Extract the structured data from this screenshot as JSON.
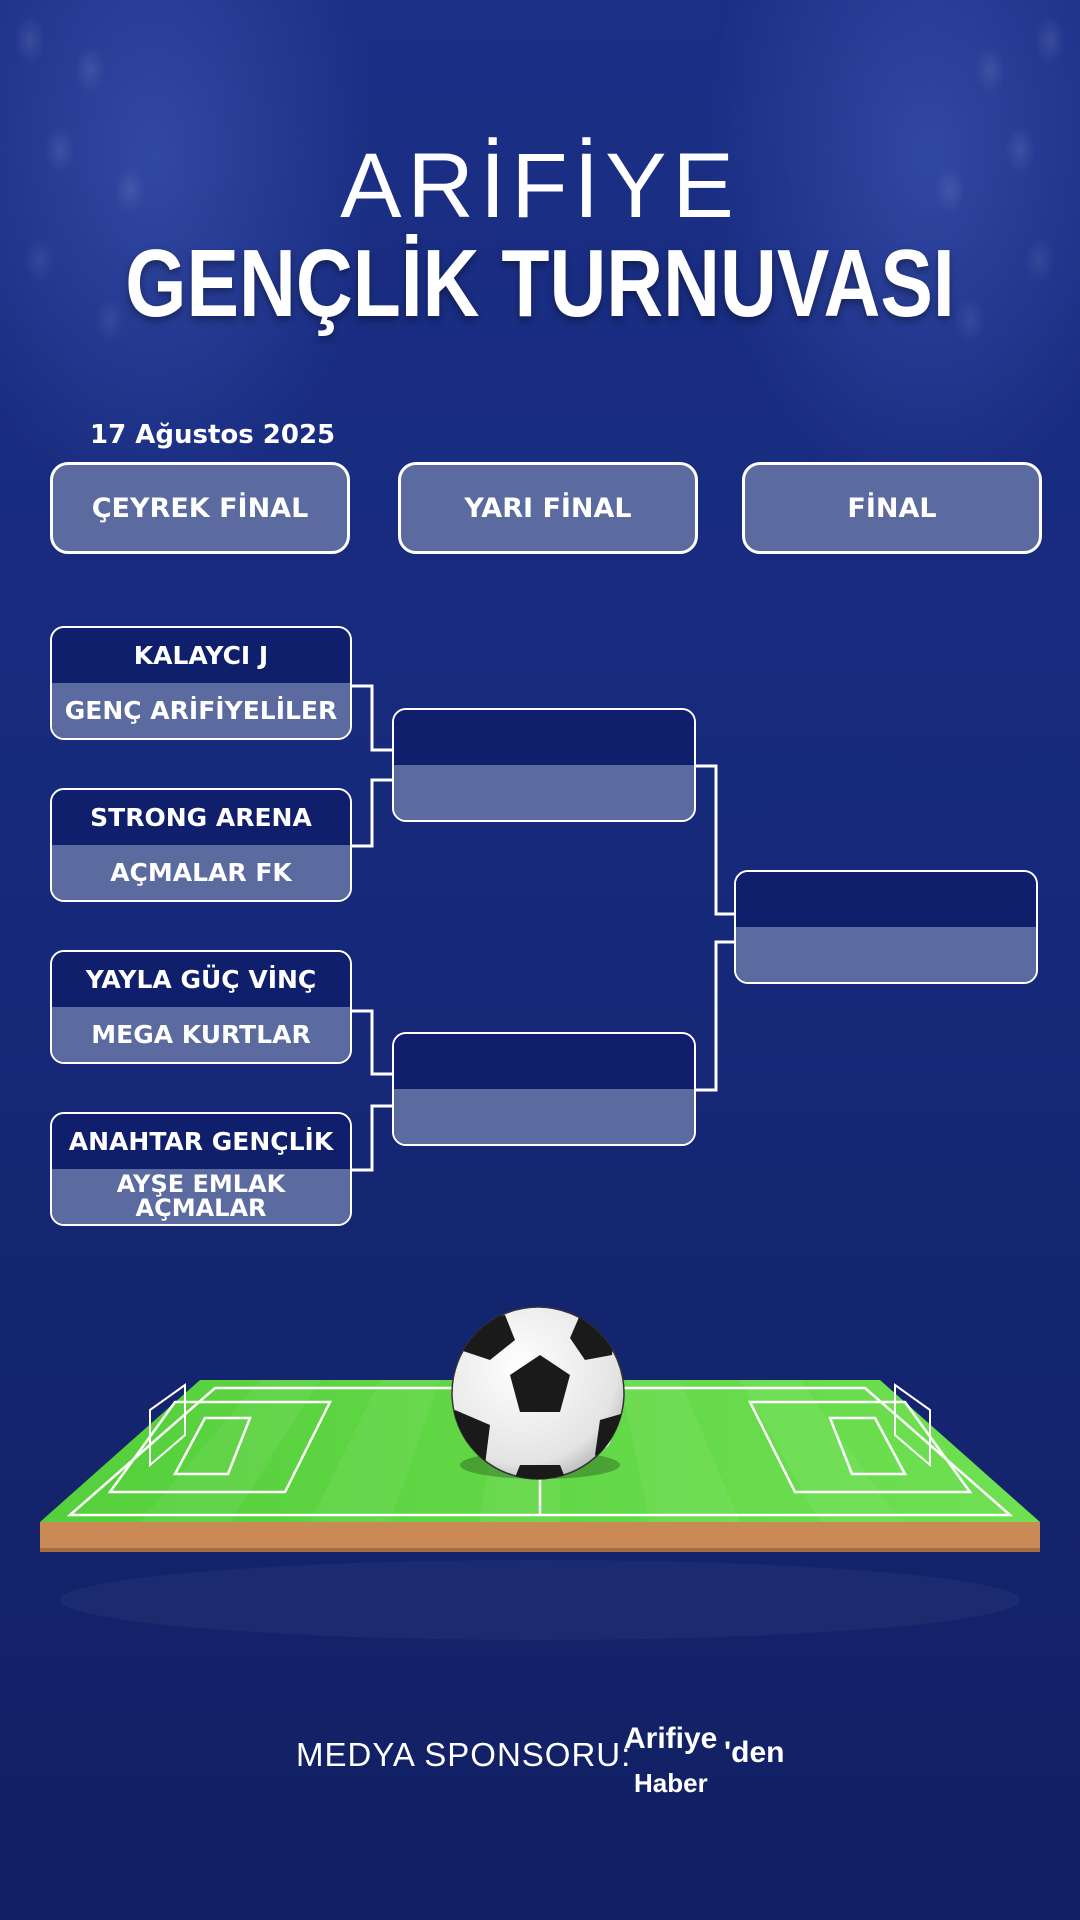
{
  "header": {
    "title_line1": "ARİFİYE",
    "title_line2": "GENÇLİK TURNUVASI",
    "date": "17 Ağustos 2025"
  },
  "rounds": [
    {
      "label": "ÇEYREK FİNAL"
    },
    {
      "label": "YARI FİNAL"
    },
    {
      "label": "FİNAL"
    }
  ],
  "quarterfinals": [
    {
      "team1": "KALAYCI J",
      "team2": "GENÇ ARİFİYELİLER"
    },
    {
      "team1": "STRONG ARENA",
      "team2": "AÇMALAR FK"
    },
    {
      "team1": "YAYLA GÜÇ VİNÇ",
      "team2": "MEGA KURTLAR"
    },
    {
      "team1": "ANAHTAR GENÇLİK",
      "team2": "AYŞE EMLAK AÇMALAR"
    }
  ],
  "semifinals": [
    {
      "team1": "",
      "team2": ""
    },
    {
      "team1": "",
      "team2": ""
    }
  ],
  "final": {
    "team1": "",
    "team2": ""
  },
  "sponsor": {
    "label": "MEDYA SPONSORU:",
    "logo_text_1": "Arifiye",
    "logo_text_2": "'den",
    "logo_text_3": "Haber"
  },
  "colors": {
    "background": "#16297a",
    "box_dark": "#0f1f6b",
    "box_light": "#5b6a9f",
    "pitch_green": "#63d846",
    "pitch_edge": "#c98a55"
  }
}
